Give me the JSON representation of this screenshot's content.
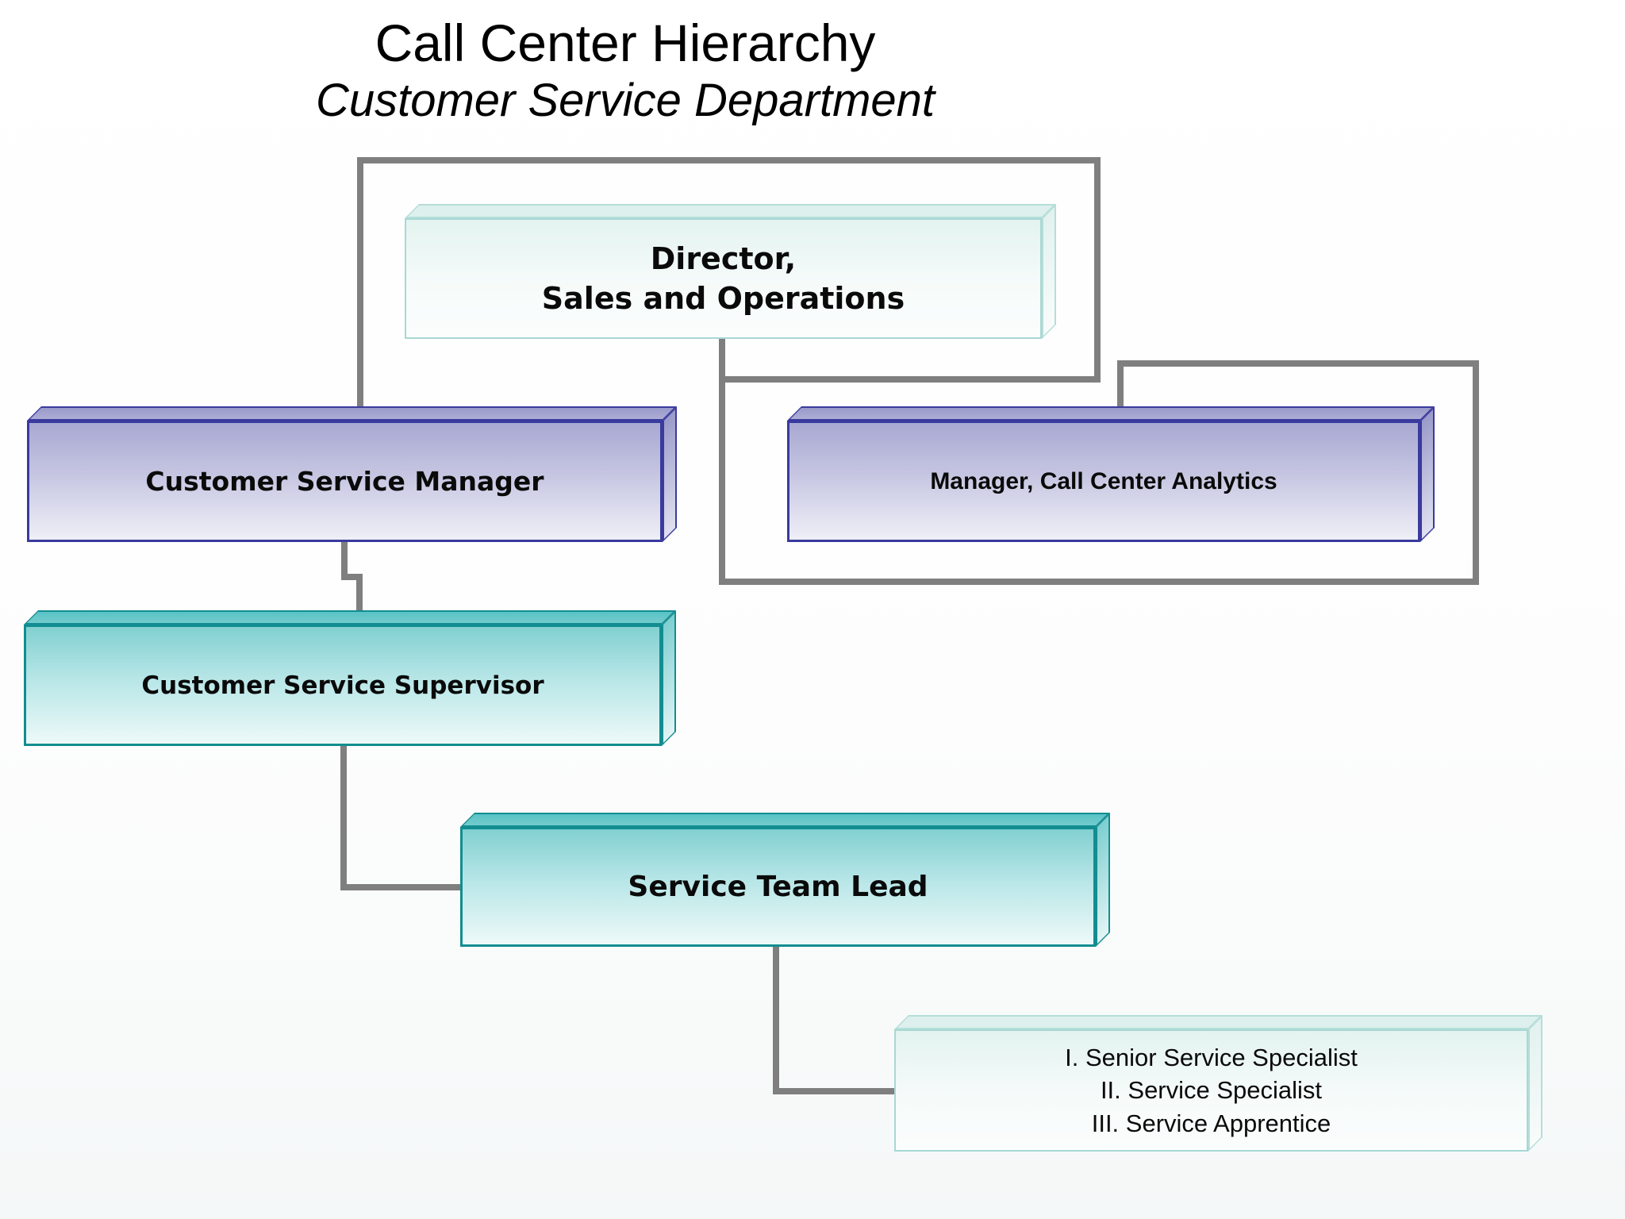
{
  "header": {
    "title": "Call Center Hierarchy",
    "subtitle": "Customer Service Department"
  },
  "boxes": {
    "director": {
      "lines": [
        "Director,",
        "Sales and Operations"
      ]
    },
    "customer_service_manager": {
      "label": "Customer Service Manager"
    },
    "manager_call_center_analytics": {
      "label": "Manager, Call Center Analytics"
    },
    "customer_service_supervisor": {
      "label": "Customer Service Supervisor"
    },
    "service_team_lead": {
      "label": "Service Team Lead"
    },
    "specialist_levels": {
      "lines": [
        "I. Senior Service Specialist",
        "II. Service Specialist",
        "III. Service Apprentice"
      ]
    }
  },
  "edges": [
    {
      "from": "Director, Sales and Operations",
      "to": "Customer Service Manager"
    },
    {
      "from": "Director, Sales and Operations",
      "to": "Manager, Call Center Analytics"
    },
    {
      "from": "Customer Service Manager",
      "to": "Customer Service Supervisor"
    },
    {
      "from": "Customer Service Supervisor",
      "to": "Service Team Lead"
    },
    {
      "from": "Service Team Lead",
      "to": "Specialist levels list"
    }
  ],
  "colors": {
    "connector": "#7f7f7f",
    "purple_box_border": "#3a3a9e",
    "purple_box_top": "#a8a8d3",
    "teal_box_border": "#128d91",
    "teal_box_top": "#82d0d1",
    "light_box_border": "#a8d8d4",
    "text": "#000000"
  }
}
